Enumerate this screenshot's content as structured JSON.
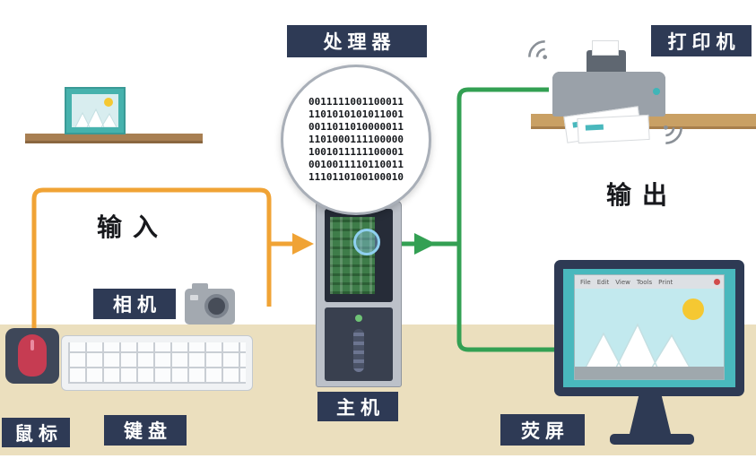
{
  "diagram": {
    "labels": {
      "processor": "处理器",
      "printer": "打印机",
      "host": "主机",
      "screen": "荧屏",
      "mouse": "鼠标",
      "keyboard": "键盘",
      "camera": "相机"
    },
    "flow": {
      "input": "输入",
      "output": "输出"
    },
    "binary": [
      "0011111001100011",
      "1101010101011001",
      "0011011010000011",
      "1101000111100000",
      "1001011111100001",
      "0010011110110011",
      "1110110100100010"
    ],
    "monitor_menu": [
      "File",
      "Edit",
      "View",
      "Tools",
      "Print"
    ],
    "colors": {
      "input_line": "#f0a335",
      "output_line": "#33a053",
      "label_bg": "#2e3a55",
      "label_text": "#ffffff",
      "desk": "#ebdfbe",
      "accent_teal": "#45b4b8"
    }
  }
}
